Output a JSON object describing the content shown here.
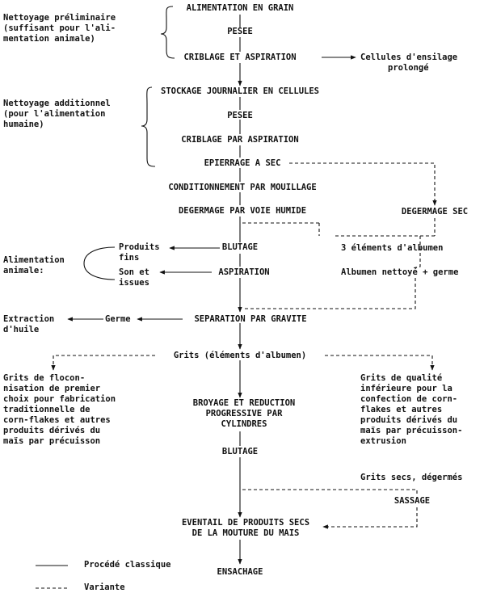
{
  "steps": {
    "alimentation_grain": "ALIMENTATION EN GRAIN",
    "pesee_1": "PESEE",
    "criblage_aspiration": "CRIBLAGE ET ASPIRATION",
    "stockage": "STOCKAGE JOURNALIER EN CELLULES",
    "pesee_2": "PESEE",
    "criblage_par_aspiration": "CRIBLAGE PAR ASPIRATION",
    "epierrage": "EPIERRAGE A SEC",
    "conditionnement": "CONDITIONNEMENT PAR MOUILLAGE",
    "degermage_humide": "DEGERMAGE PAR VOIE HUMIDE",
    "degermage_sec": "DEGERMAGE SEC",
    "blutage_1": "BLUTAGE",
    "aspiration": "ASPIRATION",
    "separation": "SEPARATION PAR GRAVITE",
    "grits": "Grits (éléments d'albumen)",
    "broyage": [
      "BROYAGE ET REDUCTION",
      "PROGRESSIVE PAR",
      "CYLINDRES"
    ],
    "blutage_2": "BLUTAGE",
    "sassage": "SASSAGE",
    "eventail": [
      "EVENTAIL DE PRODUITS SECS",
      "DE LA MOUTURE DU MAIS"
    ],
    "ensachage": "ENSACHAGE"
  },
  "notes": {
    "nettoyage_preliminaire": [
      "Nettoyage préliminaire",
      "(suffisant pour l'ali-",
      "mentation animale)"
    ],
    "nettoyage_additionnel": [
      "Nettoyage additionnel",
      "(pour l'alimentation",
      "humaine)"
    ],
    "cellules_ensilage": [
      "Cellules d'ensilage",
      "prolongé"
    ],
    "elements_albumen": "3 éléments d'albumen",
    "albumen_nettoye": "Albumen nettoyé + germe",
    "produits_fins": [
      "Produits",
      "fins"
    ],
    "son_issues": [
      "Son et",
      "issues"
    ],
    "alimentation_animale": [
      "Alimentation",
      "animale:"
    ],
    "germe": "Germe",
    "extraction_huile": [
      "Extraction",
      "d'huile"
    ],
    "grits_floconnisation": [
      "Grits de flocon-",
      "nisation de premier",
      "choix pour fabrication",
      "traditionnelle de",
      "corn-flakes et autres",
      "produits dérivés du",
      "maïs par précuisson"
    ],
    "grits_inferieure": [
      "Grits de qualité",
      "inférieure pour la",
      "confection de corn-",
      "flakes et autres",
      "produits dérivés du",
      "maïs par précuisson-",
      "extrusion"
    ],
    "grits_secs": "Grits secs, dégermés"
  },
  "legend": {
    "classique": "Procédé classique",
    "variante": "Variante"
  }
}
